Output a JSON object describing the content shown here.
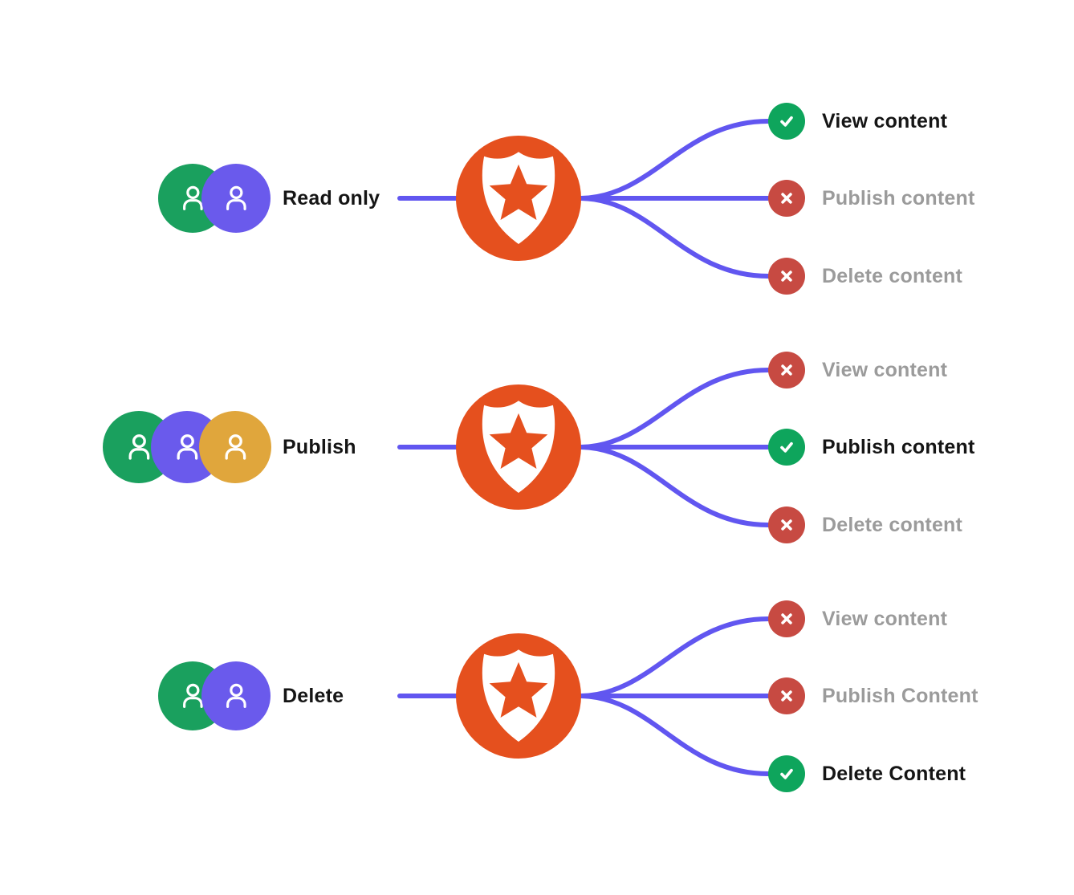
{
  "colors": {
    "background": "#FFFFFF",
    "connector": "#6156F0",
    "auth0_orange": "#E5501E",
    "badge_green": "#0EA55C",
    "badge_red": "#C74A42",
    "text_dark": "#151515",
    "text_gray": "#9B9B9B",
    "avatar_icon": "#FFFFFF"
  },
  "rows": [
    {
      "role": "Read only",
      "avatars": [
        "#1AA05E",
        "#6A5AEC"
      ],
      "outcomes": [
        {
          "label": "View content",
          "allowed": true
        },
        {
          "label": "Publish content",
          "allowed": false
        },
        {
          "label": "Delete content",
          "allowed": false
        }
      ]
    },
    {
      "role": "Publish",
      "avatars": [
        "#1AA05E",
        "#6A5AEC",
        "#E0A63C"
      ],
      "outcomes": [
        {
          "label": "View content",
          "allowed": false
        },
        {
          "label": "Publish content",
          "allowed": true
        },
        {
          "label": "Delete content",
          "allowed": false
        }
      ]
    },
    {
      "role": "Delete",
      "avatars": [
        "#1AA05E",
        "#6A5AEC"
      ],
      "outcomes": [
        {
          "label": "View content",
          "allowed": false
        },
        {
          "label": "Publish Content",
          "allowed": false
        },
        {
          "label": "Delete Content",
          "allowed": true
        }
      ]
    }
  ]
}
